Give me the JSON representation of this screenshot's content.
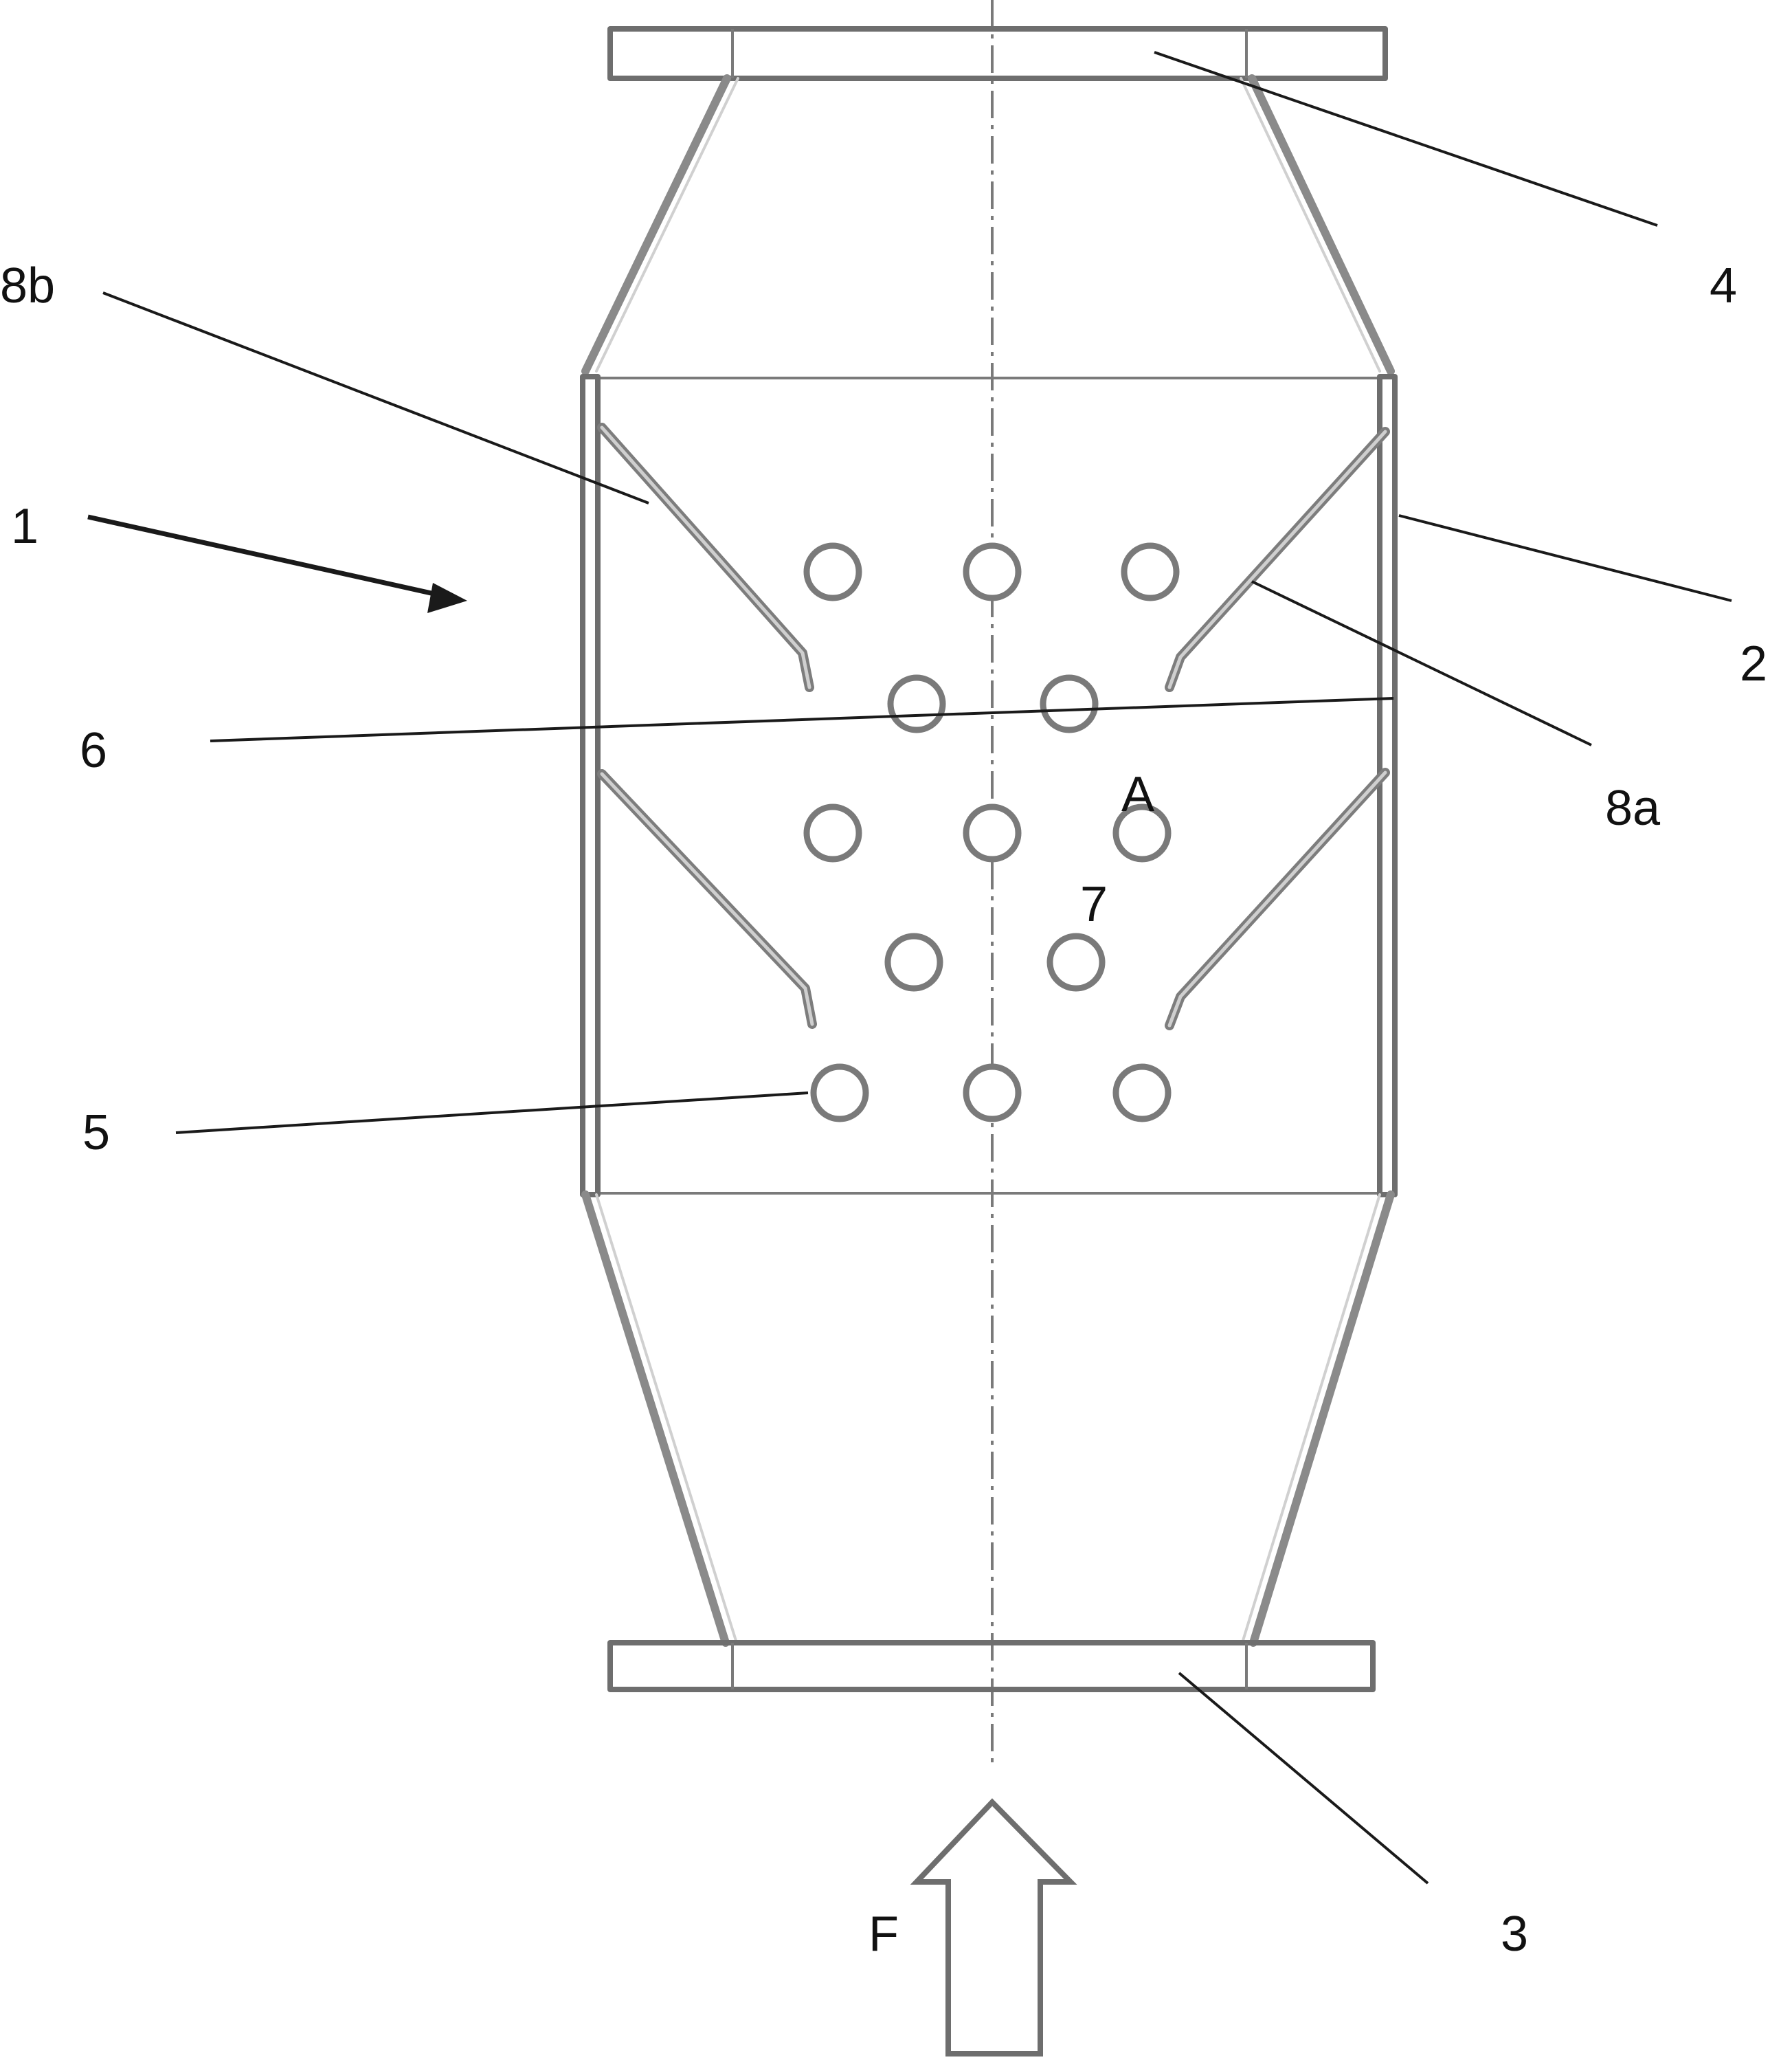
{
  "labels": {
    "ref_1": "1",
    "ref_2": "2",
    "ref_3": "3",
    "ref_4": "4",
    "ref_5": "5",
    "ref_6": "6",
    "ref_7": "7",
    "ref_8a": "8a",
    "ref_8b": "8b",
    "ref_A": "A",
    "ref_F": "F"
  },
  "colors": {
    "line": "#6e6e6e",
    "text": "#111111",
    "background": "#ffffff"
  }
}
